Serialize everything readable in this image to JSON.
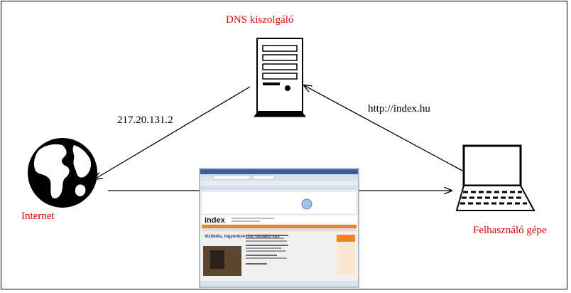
{
  "labels": {
    "dns_server": "DNS kiszolgáló",
    "internet": "Internet",
    "user_machine": "Felhasználó gépe",
    "ip_address": "217.20.131.2",
    "url": "http://index.hu"
  },
  "browser": {
    "logo": "index",
    "headline": "Vizilódia, ingyenkonyha, globális egy"
  },
  "colors": {
    "label_red": "#e00000",
    "label_black": "#000000",
    "index_orange": "#f58220"
  },
  "icons": {
    "server": "server-tower-icon",
    "globe": "globe-icon",
    "laptop": "laptop-icon",
    "browser": "browser-window-screenshot"
  }
}
